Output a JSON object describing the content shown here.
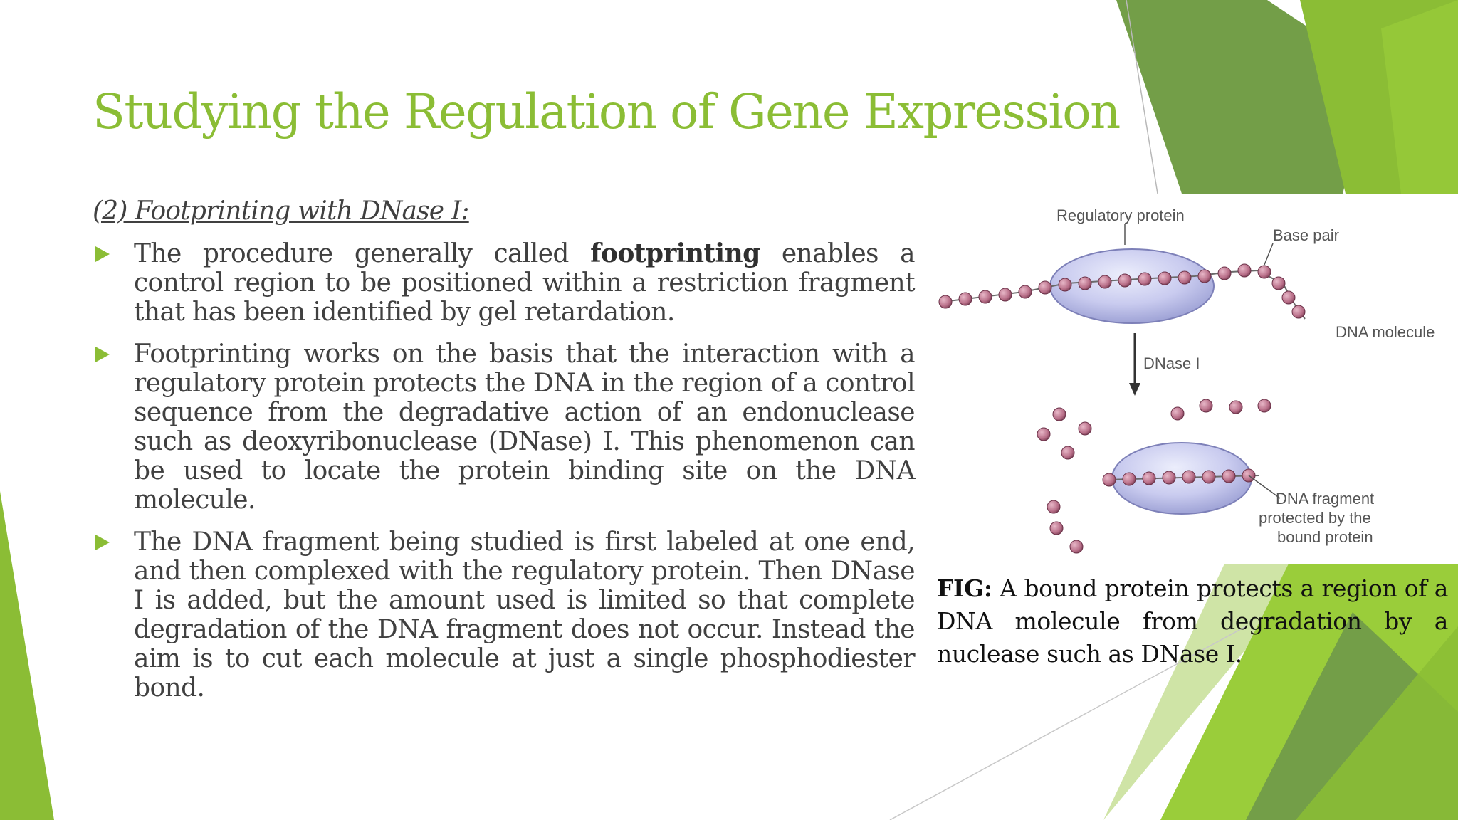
{
  "slide": {
    "title": "Studying the Regulation of Gene Expression",
    "subheading": "(2) Footprinting with DNase I:",
    "bullets": [
      {
        "before": "The procedure generally called ",
        "bold": "footprinting",
        "after": " enables a control region to be positioned within a restriction fragment that has been identified by gel retardation."
      },
      {
        "text": "Footprinting works on the basis that the interaction with a regulatory protein protects the DNA in the region of a control sequence from the degradative action of an endonuclease such as deoxyribonuclease (DNase) I. This phenomenon can be used to locate the protein binding site on the DNA molecule."
      },
      {
        "text": "The DNA fragment being studied is first labeled at one end, and then complexed with the regulatory protein. Then DNase I is added, but the amount used is limited so that complete degradation of the DNA fragment does not occur. Instead the aim is to cut each molecule at just a single phosphodiester bond."
      }
    ],
    "figure": {
      "labels": {
        "regulatory_protein": "Regulatory protein",
        "base_pair": "Base pair",
        "dna_molecule": "DNA molecule",
        "dnase": "DNase I",
        "fragment_line1": "DNA fragment",
        "fragment_line2": "protected by the",
        "fragment_line3": "bound protein"
      },
      "caption_bold": "FIG:",
      "caption_text": " A bound protein protects a region of a DNA molecule from degradation by a nuclease such as DNase I."
    }
  },
  "theme": {
    "accent": "#8bbd35",
    "accent_dark": "#6e9a3c",
    "text": "#404040",
    "bead": "#c07c94",
    "protein": "#c5c8ec"
  }
}
